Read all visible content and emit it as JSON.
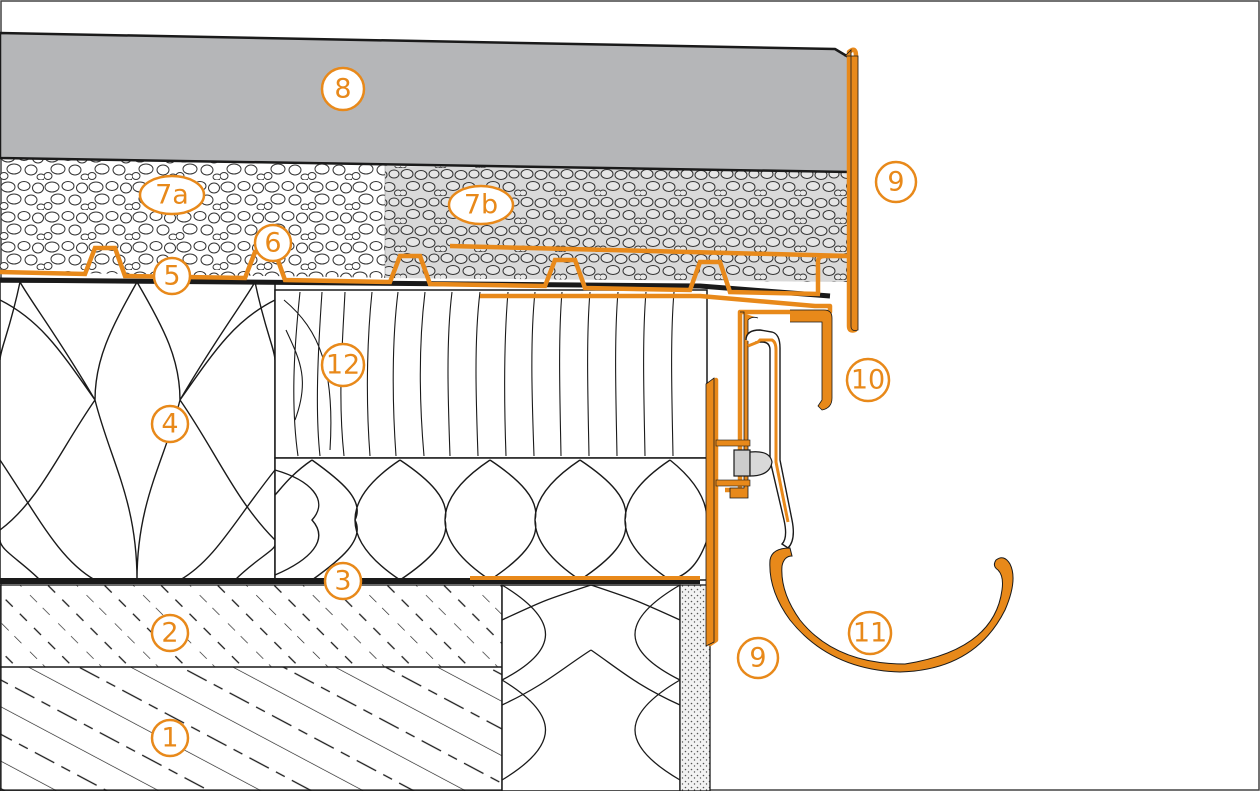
{
  "colors": {
    "accent": "#E8891A",
    "outline": "#1a1a1a",
    "tile": "#B5B6B8",
    "background": "#ffffff"
  },
  "callouts": [
    {
      "id": "c1",
      "label": "1"
    },
    {
      "id": "c2",
      "label": "2"
    },
    {
      "id": "c3",
      "label": "3"
    },
    {
      "id": "c4",
      "label": "4"
    },
    {
      "id": "c5",
      "label": "5"
    },
    {
      "id": "c6",
      "label": "6"
    },
    {
      "id": "c7a",
      "label": "7a"
    },
    {
      "id": "c7b",
      "label": "7b"
    },
    {
      "id": "c8",
      "label": "8"
    },
    {
      "id": "c9top",
      "label": "9"
    },
    {
      "id": "c9bottom",
      "label": "9"
    },
    {
      "id": "c10",
      "label": "10"
    },
    {
      "id": "c11",
      "label": "11"
    },
    {
      "id": "c12",
      "label": "12"
    }
  ]
}
